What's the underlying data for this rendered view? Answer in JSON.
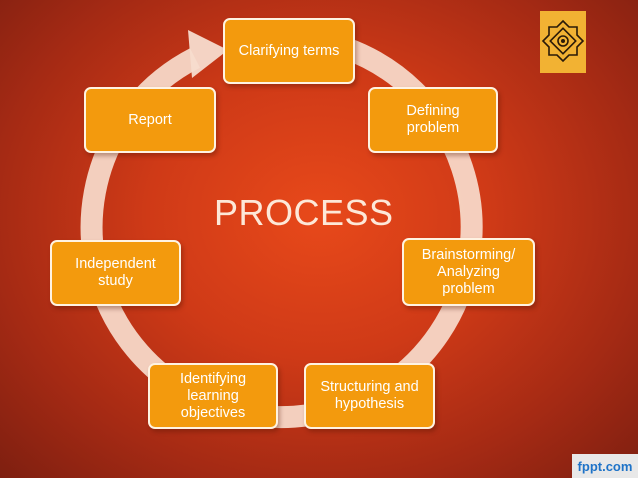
{
  "title": "PROCESS",
  "steps": [
    {
      "label": "Clarifying terms"
    },
    {
      "label": "Defining\nproblem"
    },
    {
      "label": "Brainstorming/\nAnalyzing\nproblem"
    },
    {
      "label": "Structuring and\nhypothesis"
    },
    {
      "label": "Identifying\nlearning\nobjectives"
    },
    {
      "label": "Independent\nstudy"
    },
    {
      "label": "Report"
    }
  ],
  "watermark": "fppt.com",
  "colors": {
    "background": "#cf3a17",
    "box_fill": "#f39a0d",
    "box_border": "#fff3e2",
    "ring": "#f7dccd",
    "logo": "#f2b233"
  },
  "icons": [
    "cycle-arrow-icon",
    "emblem-logo-icon"
  ]
}
